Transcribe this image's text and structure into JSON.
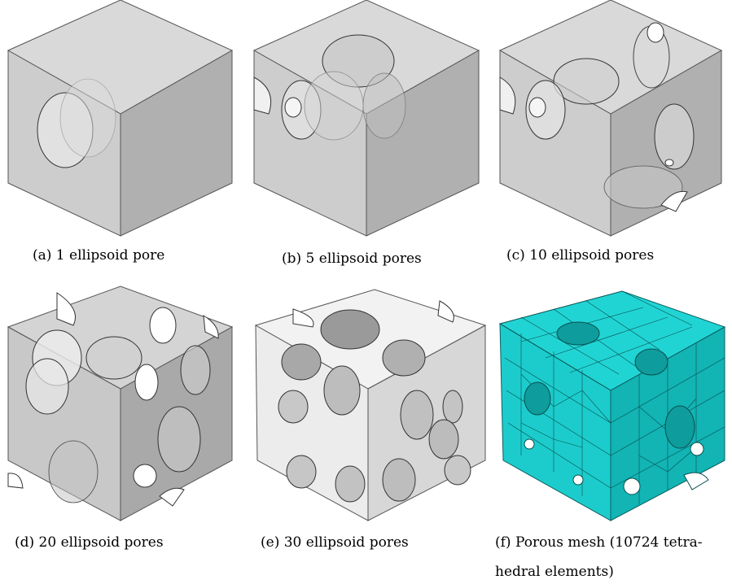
{
  "figure": {
    "panels": [
      {
        "id": "a",
        "caption": "(a) 1 ellipsoid pore",
        "style": "transparent"
      },
      {
        "id": "b",
        "caption": "(b) 5 ellipsoid pores",
        "style": "transparent"
      },
      {
        "id": "c",
        "caption": "(c) 10 ellipsoid pores",
        "style": "transparent"
      },
      {
        "id": "d",
        "caption": "(d) 20 ellipsoid pores",
        "style": "transparent"
      },
      {
        "id": "e",
        "caption": "(e) 30 ellipsoid pores",
        "style": "solid"
      },
      {
        "id": "f",
        "caption_line1": "(f) Porous mesh (10724 tetra-",
        "caption_line2": "hedral elements)",
        "style": "mesh"
      }
    ],
    "colors": {
      "cube_top": "#d6d6d6",
      "cube_left": "#cfcfcf",
      "cube_right": "#b3b3b3",
      "solid_top": "#f2f2f2",
      "solid_left": "#ececec",
      "solid_right": "#d9d9d9",
      "mesh": "#1fd2d2",
      "mesh_dark": "#10a6a6",
      "edge": "#333333"
    }
  }
}
